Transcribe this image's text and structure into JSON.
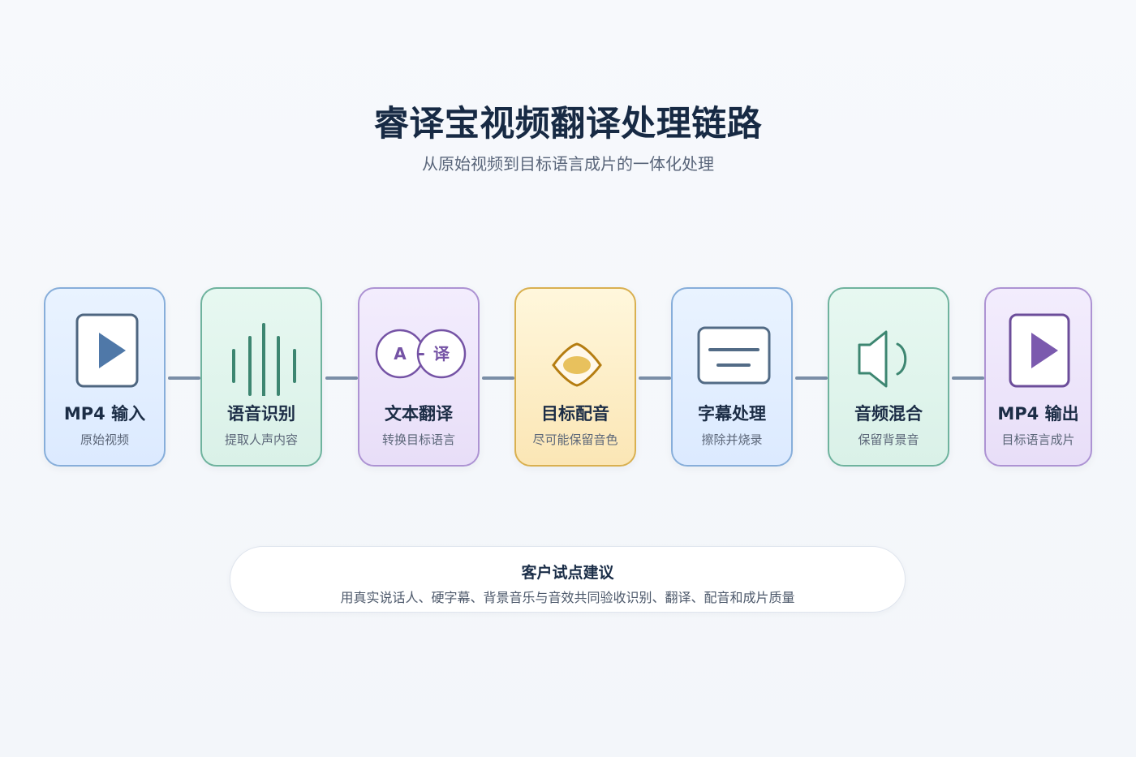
{
  "header": {
    "title": "睿译宝视频翻译处理链路",
    "subtitle": "从原始视频到目标语言成片的一体化处理"
  },
  "pipeline": {
    "steps": [
      {
        "label": "MP4 输入",
        "desc": "原始视频",
        "color": "#87aeda",
        "icon": "play-icon"
      },
      {
        "label": "语音识别",
        "desc": "提取人声内容",
        "color": "#6fb39e",
        "icon": "waveform-icon"
      },
      {
        "label": "文本翻译",
        "desc": "转换目标语言",
        "color": "#ad93d3",
        "icon": "translate-icon"
      },
      {
        "label": "目标配音",
        "desc": "尽可能保留音色",
        "color": "#d9b050",
        "icon": "voice-icon"
      },
      {
        "label": "字幕处理",
        "desc": "擦除并烧录",
        "color": "#87aeda",
        "icon": "subtitle-icon"
      },
      {
        "label": "音频混合",
        "desc": "保留背景音",
        "color": "#6fb39e",
        "icon": "speaker-icon"
      },
      {
        "label": "MP4 输出",
        "desc": "目标语言成片",
        "color": "#ad93d3",
        "icon": "play-icon"
      }
    ]
  },
  "tip": {
    "title": "客户试点建议",
    "text": "用真实说话人、硬字幕、背景音乐与音效共同验收识别、翻译、配音和成片质量"
  },
  "icons": {
    "translate_left": "A",
    "translate_right": "译"
  }
}
